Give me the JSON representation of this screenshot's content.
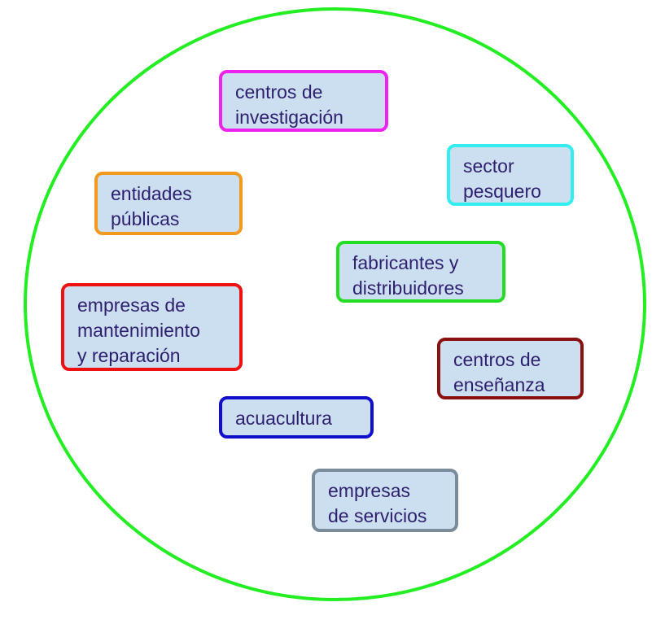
{
  "diagram": {
    "boundary_color": "#22ee22",
    "node_fill": "#ccdff0",
    "text_color": "#2e1f6e",
    "nodes": [
      {
        "id": "investigacion",
        "lines": [
          "centros de",
          "investigación"
        ],
        "border": "#ee22ee"
      },
      {
        "id": "pesquero",
        "lines": [
          "sector",
          "pesquero"
        ],
        "border": "#33eeee"
      },
      {
        "id": "publicas",
        "lines": [
          "entidades",
          "públicas"
        ],
        "border": "#f29a1d"
      },
      {
        "id": "fabricantes",
        "lines": [
          "fabricantes y",
          "distribuidores"
        ],
        "border": "#22dd22"
      },
      {
        "id": "mantenimiento",
        "lines": [
          "empresas de",
          "mantenimiento",
          "y reparación"
        ],
        "border": "#ee1111"
      },
      {
        "id": "ensenanza",
        "lines": [
          "centros de",
          "enseñanza"
        ],
        "border": "#8b1010"
      },
      {
        "id": "acuacultura",
        "lines": [
          "acuacultura"
        ],
        "border": "#1010cc"
      },
      {
        "id": "servicios",
        "lines": [
          "empresas",
          "de servicios"
        ],
        "border": "#7a8c9a"
      }
    ]
  }
}
